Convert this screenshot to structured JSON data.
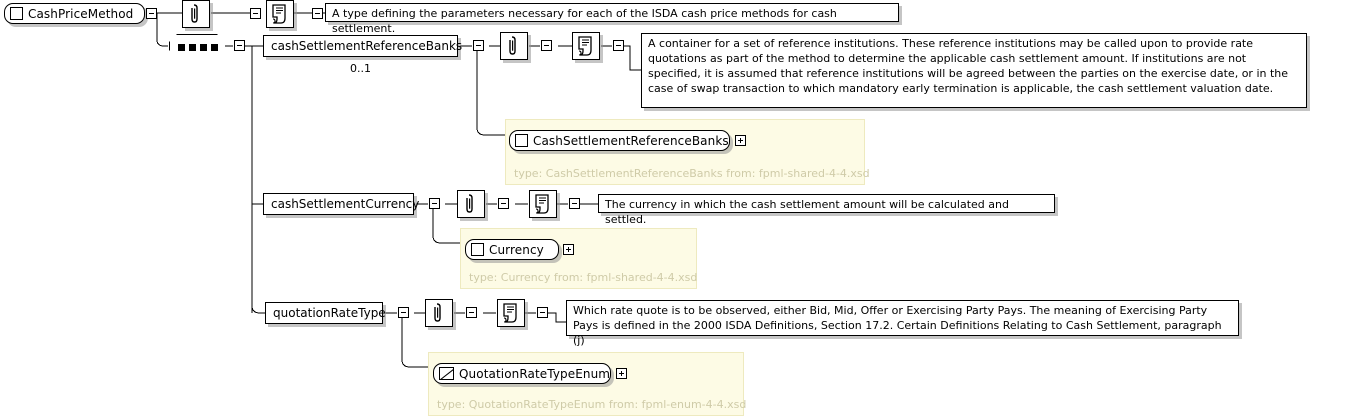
{
  "diagram": {
    "kind": "xml-schema-diagram",
    "root": {
      "name": "CashPriceMethod",
      "icon": "complex-type-icon",
      "documentation": "A type defining the parameters necessary for each of the ISDA cash price methods for cash settlement."
    },
    "compositor": {
      "type": "sequence",
      "icon": "sequence-icon",
      "dots": 4
    },
    "children": [
      {
        "name": "cashSettlementReferenceBanks",
        "occurrence": "0..1",
        "documentation": "A container for a set of reference institutions. These reference institutions may be called upon to provide rate quotations as part of the method to determine the applicable cash settlement amount. If institutions are not specified, it is assumed that reference institutions will be agreed between the parties on the exercise date, or in the case of swap transaction to which mandatory early termination is applicable, the cash settlement valuation date.",
        "type_ref": {
          "name": "CashSettlementReferenceBanks",
          "icon": "complex-type-icon",
          "caption": "type: CashSettlementReferenceBanks from: fpml-shared-4-4.xsd"
        }
      },
      {
        "name": "cashSettlementCurrency",
        "occurrence": "",
        "documentation": "The currency in which the cash settlement amount will be calculated and settled.",
        "type_ref": {
          "name": "Currency",
          "icon": "complex-type-icon",
          "caption": "type: Currency from: fpml-shared-4-4.xsd"
        }
      },
      {
        "name": "quotationRateType",
        "occurrence": "",
        "documentation": "Which rate quote is to be observed, either Bid, Mid, Offer or Exercising Party Pays. The meaning of Exercising Party Pays is defined in the 2000 ISDA Definitions, Section 17.2. Certain Definitions Relating to Cash Settlement, paragraph (j)",
        "type_ref": {
          "name": "QuotationRateTypeEnum",
          "icon": "simple-type-icon",
          "caption": "type: QuotationRateTypeEnum from: fpml-enum-4-4.xsd"
        }
      }
    ],
    "icons": {
      "attribute": "paperclip-icon",
      "annotation": "annotation-document-icon",
      "collapse": "minus-toggle-icon",
      "expand": "plus-toggle-icon"
    },
    "colors": {
      "line": "#000000",
      "panel_fill": "#fdfbe5",
      "panel_border": "#eeeabf",
      "caption_text": "#cfcba8",
      "shadow": "#969696"
    }
  }
}
